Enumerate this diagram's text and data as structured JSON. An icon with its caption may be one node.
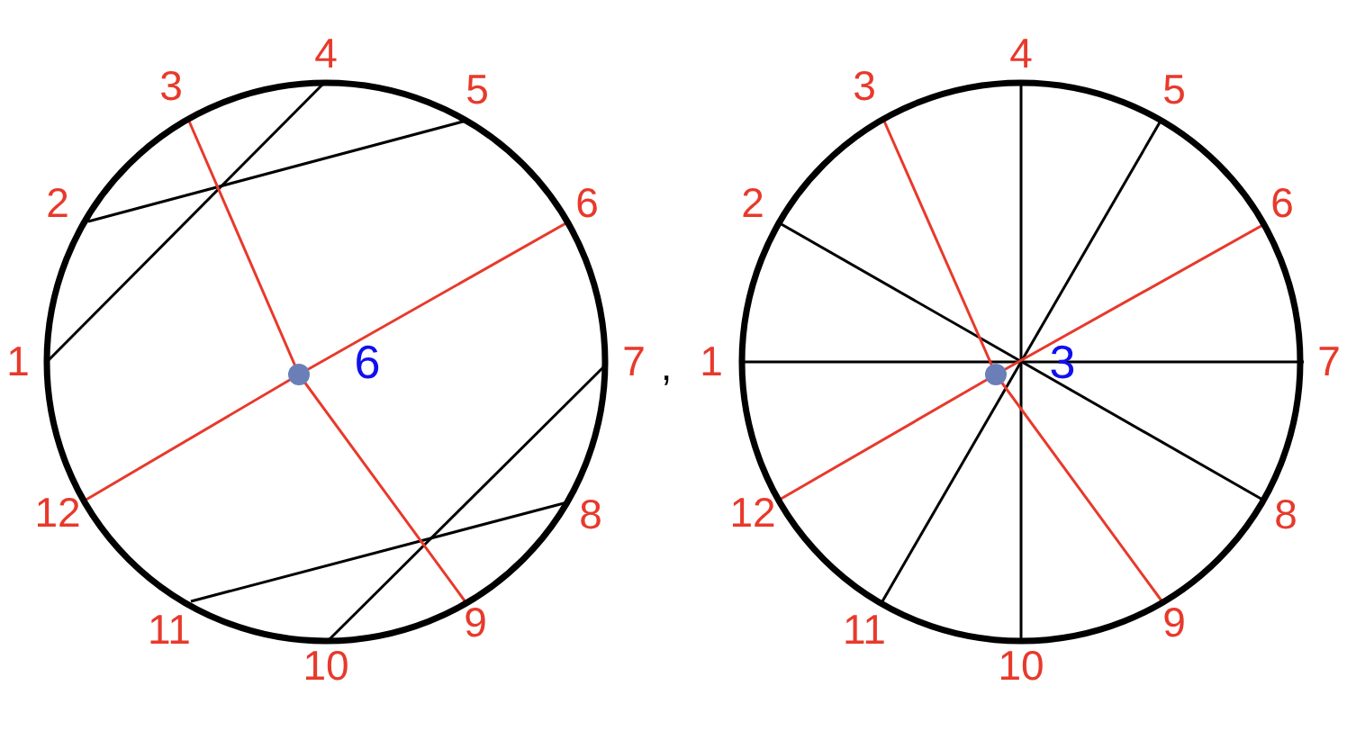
{
  "diagram": {
    "labels": [
      "1",
      "2",
      "3",
      "4",
      "5",
      "6",
      "7",
      "8",
      "9",
      "10",
      "11",
      "12",
      "6",
      ",",
      "1",
      "2",
      "3",
      "4",
      "5",
      "6",
      "7",
      "8",
      "9",
      "10",
      "11",
      "12",
      "3"
    ]
  }
}
